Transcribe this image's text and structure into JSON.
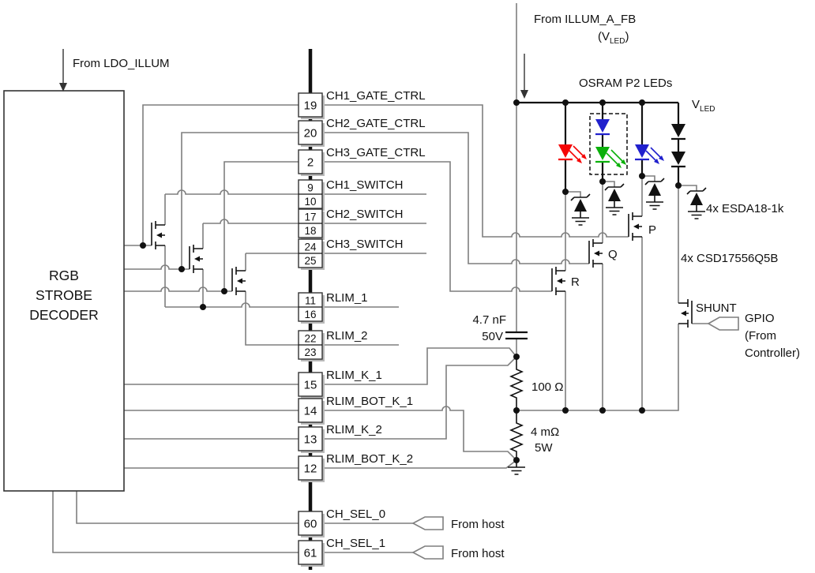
{
  "title": "RGB strobe decoder LED driver schematic",
  "decoder": {
    "line1": "RGB",
    "line2": "STROBE",
    "line3": "DECODER"
  },
  "annotations": {
    "from_ldo": "From LDO_ILLUM",
    "from_illum": "From ILLUM_A_FB",
    "illum_v_open": "(V",
    "illum_v_sub": "LED",
    "illum_v_close": ")",
    "osram": "OSRAM P2 LEDs",
    "vled_v": "V",
    "vled_sub": "LED",
    "esd": "4x ESDA18-1k",
    "nfet": "4x CSD17556Q5B",
    "shunt": "SHUNT",
    "gpio_line1": "GPIO",
    "gpio_line2": "(From",
    "gpio_line3": "Controller)",
    "from_host": "From host",
    "cap_value": "4.7 nF",
    "cap_voltage": "50V",
    "r_limit": "100 Ω",
    "r_shunt": "4 mΩ",
    "r_shunt_power": "5W"
  },
  "transistors": {
    "p": "P",
    "q": "Q",
    "r": "R"
  },
  "pins": [
    {
      "numbers": [
        "19"
      ],
      "label": "CH1_GATE_CTRL"
    },
    {
      "numbers": [
        "20"
      ],
      "label": "CH2_GATE_CTRL"
    },
    {
      "numbers": [
        "2"
      ],
      "label": "CH3_GATE_CTRL"
    },
    {
      "numbers": [
        "9",
        "10"
      ],
      "label": "CH1_SWITCH"
    },
    {
      "numbers": [
        "17",
        "18"
      ],
      "label": "CH2_SWITCH"
    },
    {
      "numbers": [
        "24",
        "25"
      ],
      "label": "CH3_SWITCH"
    },
    {
      "numbers": [
        "11",
        "16"
      ],
      "label": "RLIM_1"
    },
    {
      "numbers": [
        "22",
        "23"
      ],
      "label": "RLIM_2"
    },
    {
      "numbers": [
        "15"
      ],
      "label": "RLIM_K_1"
    },
    {
      "numbers": [
        "14"
      ],
      "label": "RLIM_BOT_K_1"
    },
    {
      "numbers": [
        "13"
      ],
      "label": "RLIM_K_2"
    },
    {
      "numbers": [
        "12"
      ],
      "label": "RLIM_BOT_K_2"
    },
    {
      "numbers": [
        "60"
      ],
      "label": "CH_SEL_0"
    },
    {
      "numbers": [
        "61"
      ],
      "label": "CH_SEL_1"
    }
  ],
  "colors": {
    "led_red": "#f50505",
    "led_green": "#0ab00a",
    "led_blue": "#2121cd",
    "wire": "#7f7f7f",
    "ink": "#111111"
  }
}
